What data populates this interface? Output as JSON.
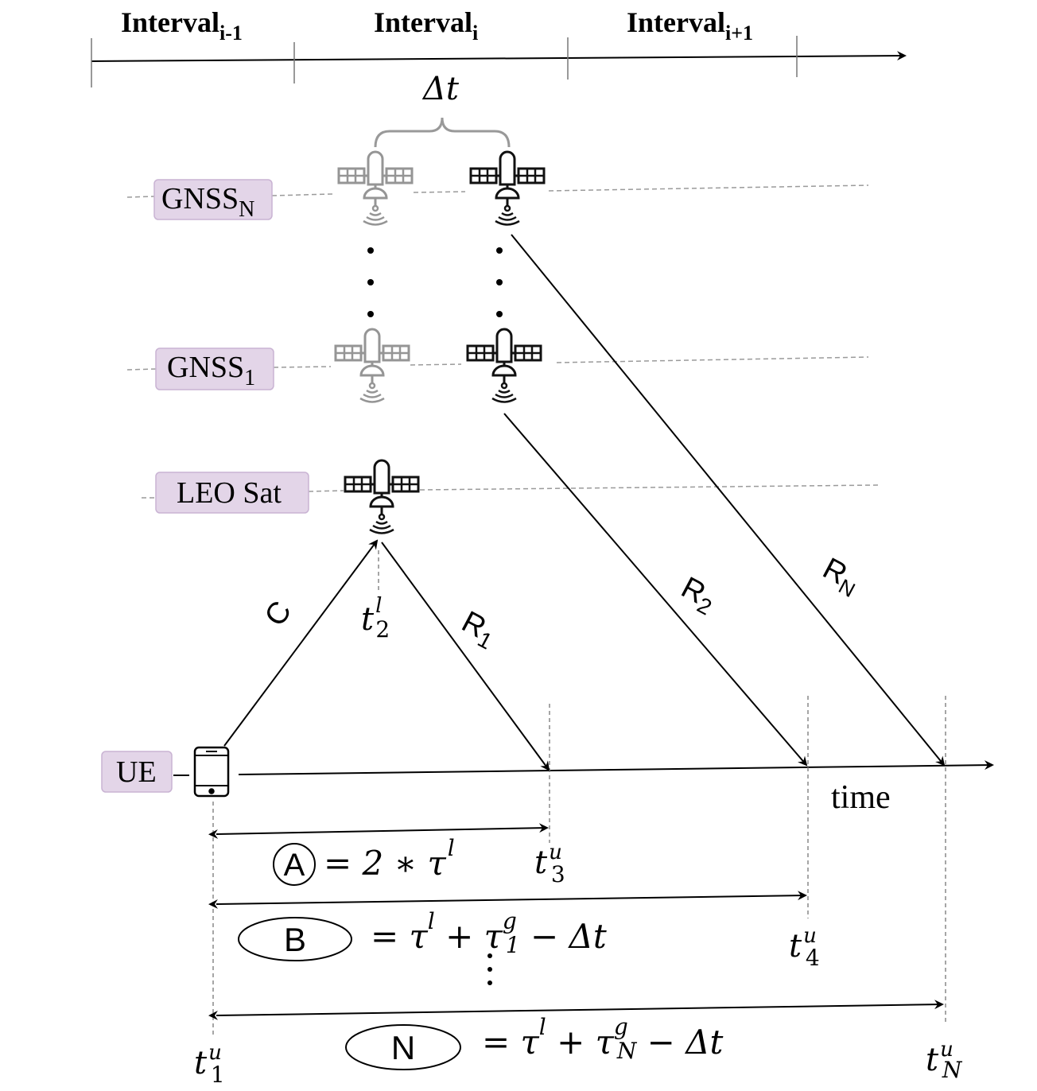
{
  "header": {
    "interval_prev": {
      "base": "Interval",
      "sub": "i-1"
    },
    "interval_cur": {
      "base": "Interval",
      "sub": "i"
    },
    "interval_next": {
      "base": "Interval",
      "sub": "i+1"
    },
    "delta_t": "Δt"
  },
  "tags": {
    "gnss_n": {
      "base": "GNSS",
      "sub": "N"
    },
    "gnss_1": {
      "base": "GNSS",
      "sub": "1"
    },
    "leo": "LEO Sat",
    "ue": "UE"
  },
  "signals": {
    "c": "C",
    "r1": {
      "base": "R",
      "sub": "1"
    },
    "r2": {
      "base": "R",
      "sub": "2"
    },
    "rn": {
      "base": "R",
      "sub": "N"
    }
  },
  "times": {
    "t2l": {
      "base": "t",
      "sup": "l",
      "sub": "2"
    },
    "t3u": {
      "base": "t",
      "sup": "u",
      "sub": "3"
    },
    "t4u": {
      "base": "t",
      "sup": "u",
      "sub": "4"
    },
    "t1u": {
      "base": "t",
      "sup": "u",
      "sub": "1"
    },
    "tnu": {
      "base": "t",
      "sup": "u",
      "sub": "N"
    },
    "axis_label": "time"
  },
  "equations": {
    "a": {
      "marker": "A",
      "lhs": "= 2 ∗ τ",
      "tau_sup": "l"
    },
    "b": {
      "marker": "B",
      "p1": "= τ",
      "p1_sup": "l",
      "p2": " + τ",
      "p2_sup": "g",
      "p2_sub": "1",
      "p3": " − Δt"
    },
    "n": {
      "marker": "N",
      "p1": "= τ",
      "p1_sup": "l",
      "p2": " + τ",
      "p2_sup": "g",
      "p2_sub": "N",
      "p3": " − Δt"
    }
  },
  "icons": {
    "satellite": "satellite-icon",
    "phone": "smartphone-icon"
  },
  "colors": {
    "tag_fill": "#e3d5e8",
    "tag_stroke": "#c9b3d3",
    "sat_dark": "#111111",
    "sat_faded": "#8a8a8a",
    "dashed": "#9a9a9a"
  }
}
